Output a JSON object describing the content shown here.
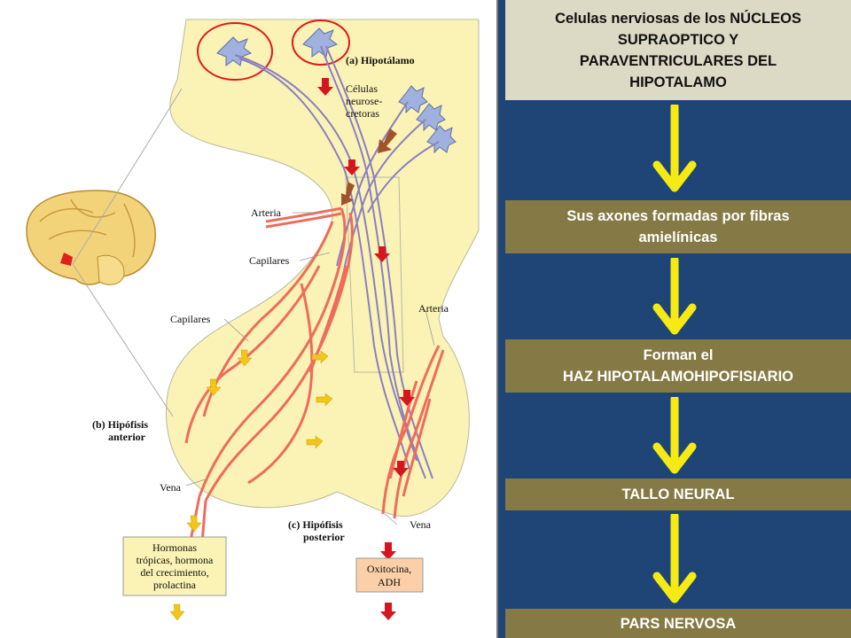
{
  "flow": {
    "steps": [
      {
        "lines": [
          "Celulas nerviosas de los NÚCLEOS",
          "SUPRAOPTICO Y",
          "PARAVENTRICULARES DEL",
          "HIPOTALAMO"
        ]
      },
      {
        "lines": [
          "Sus axones formadas por fibras",
          "amielínicas"
        ]
      },
      {
        "lines": [
          "Forman el",
          "HAZ HIPOTALAMOHIPOFISIARIO"
        ]
      },
      {
        "lines": [
          "TALLO NEURAL"
        ]
      },
      {
        "lines": [
          "PARS NERVOSA"
        ]
      }
    ],
    "arrow_color": "#f5ea14"
  },
  "diagram": {
    "labels": {
      "hipotalamo": "(a) Hipotálamo",
      "celulas_1": "Células",
      "celulas_2": "neurose-",
      "celulas_3": "cretoras",
      "arteria_top": "Arteria",
      "capilares_top": "Capilares",
      "capilares_left": "Capilares",
      "arteria_right": "Arteria",
      "hipofisis_ant_1": "(b) Hipófisis",
      "hipofisis_ant_2": "anterior",
      "vena_left": "Vena",
      "hipofisis_post_1": "(c) Hipófisis",
      "hipofisis_post_2": "posterior",
      "vena_right": "Vena",
      "hormonas_1": "Hormonas",
      "hormonas_2": "trópicas, hormona",
      "hormonas_3": "del crecimiento,",
      "hormonas_4": "prolactina",
      "oxitocina_1": "Oxitocina,",
      "oxitocina_2": "ADH"
    },
    "colors": {
      "tissue": "#fbf3b5",
      "vessel": "#ef6b5c",
      "axon": "#8a7fc0",
      "secretion_arrow": "#d6161f",
      "hormone_arrow": "#f2c618",
      "highlight": "#e01818"
    }
  }
}
